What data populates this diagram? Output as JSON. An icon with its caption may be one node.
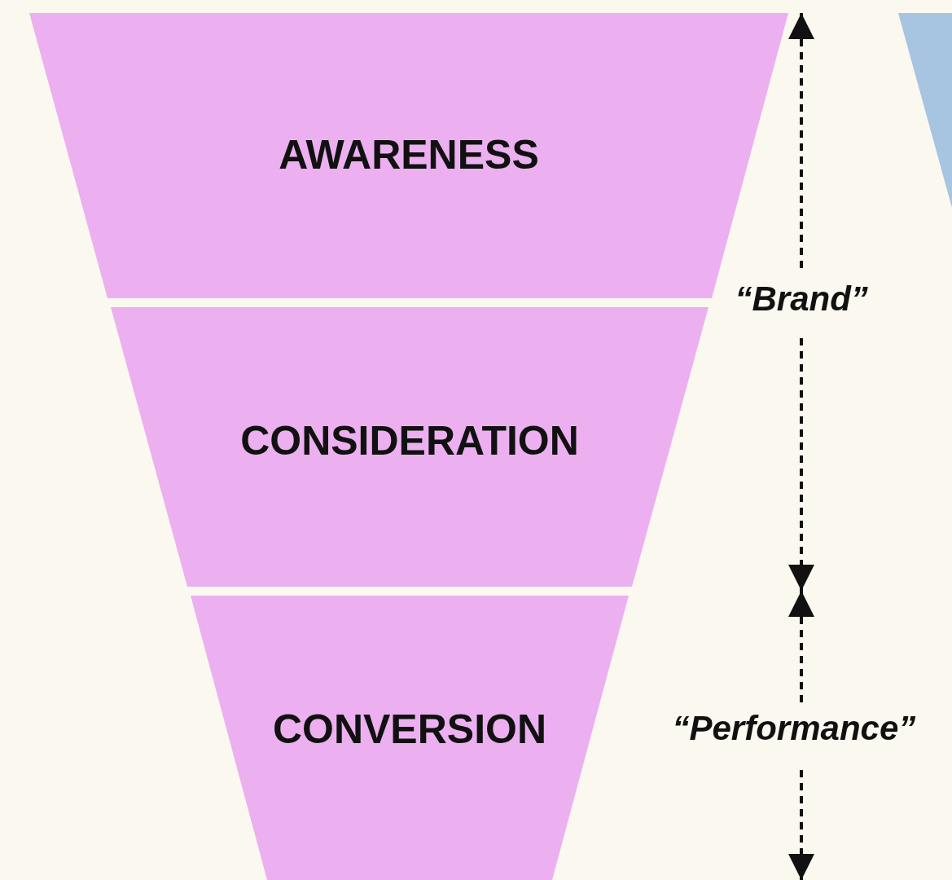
{
  "diagram": {
    "nodes": [
      {
        "text": [
          "AWARENESS"
        ]
      },
      {
        "text": [
          "CONSIDERATION"
        ]
      },
      {
        "text": [
          "CONVERSION"
        ]
      },
      {
        "text": [],
        "shape": "trapezoid"
      }
    ],
    "labels": [
      "“Brand”",
      "“Performance”"
    ]
  }
}
